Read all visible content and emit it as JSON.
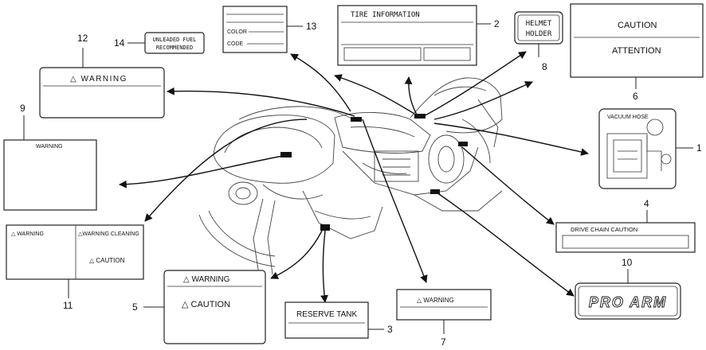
{
  "labels": {
    "l1": {
      "num": "1",
      "title": "VACUUM HOSE"
    },
    "l2": {
      "num": "2",
      "title": "TIRE INFORMATION"
    },
    "l3": {
      "num": "3",
      "title": "RESERVE TANK"
    },
    "l4": {
      "num": "4",
      "title": "DRIVE CHAIN CAUTION"
    },
    "l5": {
      "num": "5",
      "warning": "WARNING",
      "caution": "CAUTION"
    },
    "l6": {
      "num": "6",
      "caution": "CAUTION",
      "attention": "ATTENTION"
    },
    "l7": {
      "num": "7",
      "warning": "WARNING"
    },
    "l8": {
      "num": "8",
      "line1": "HELMET",
      "line2": "HOLDER"
    },
    "l9": {
      "num": "9",
      "warning": "WARNING"
    },
    "l10": {
      "num": "10",
      "logo": "PRO ARM"
    },
    "l11": {
      "num": "11",
      "warning": "WARNING",
      "cleaning": "WARNING CLEANING",
      "caution": "CAUTION"
    },
    "l12": {
      "num": "12",
      "warning": "WARNING"
    },
    "l13": {
      "num": "13",
      "color": "COLOR",
      "code": "CODE"
    },
    "l14": {
      "num": "14",
      "line1": "UNLEADED FUEL",
      "line2": "RECOMMENDED"
    }
  }
}
